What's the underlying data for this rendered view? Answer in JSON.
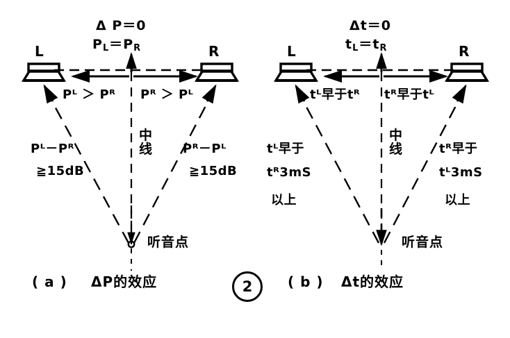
{
  "figure": {
    "number": "2",
    "background": "#ffffff",
    "ink": "#000000",
    "panels": [
      {
        "id": "a",
        "caption_prefix": "( a )",
        "caption_text": "ΔP的效应",
        "top_eq_1": "Δ P＝0",
        "top_eq_2_left": "P",
        "top_eq_2_left_sub": "L",
        "top_eq_2_op": "＝",
        "top_eq_2_right": "P",
        "top_eq_2_right_sub": "R",
        "speaker_left_label": "L",
        "speaker_right_label": "R",
        "mid_left": "Pᴸ ＞ Pᴿ",
        "mid_right": "Pᴿ ＞ Pᴸ",
        "center_line_label": "中线",
        "block_left_line1": "Pᴸ－Pᴿ",
        "block_left_line2": "≧15dB",
        "block_right_line1": "Pᴿ－Pᴸ",
        "block_right_line2": "≧15dB",
        "listening_point_label": "听音点"
      },
      {
        "id": "b",
        "caption_prefix": "( b )",
        "caption_text": "Δt的效应",
        "top_eq_1": "Δt＝0",
        "top_eq_2_left": "t",
        "top_eq_2_left_sub": "L",
        "top_eq_2_op": "＝",
        "top_eq_2_right": "t",
        "top_eq_2_right_sub": "R",
        "speaker_left_label": "L",
        "speaker_right_label": "R",
        "mid_left": "tᴸ早于tᴿ",
        "mid_right": "tᴿ早于tᴸ",
        "center_line_label": "中线",
        "block_left_line1": "tᴸ早于",
        "block_left_line2": "tᴿ3mS",
        "block_left_line3": "以上",
        "block_right_line1": "tᴿ早于",
        "block_right_line2": "tᴸ3mS",
        "block_right_line3": "以上",
        "listening_point_label": "听音点"
      }
    ]
  }
}
